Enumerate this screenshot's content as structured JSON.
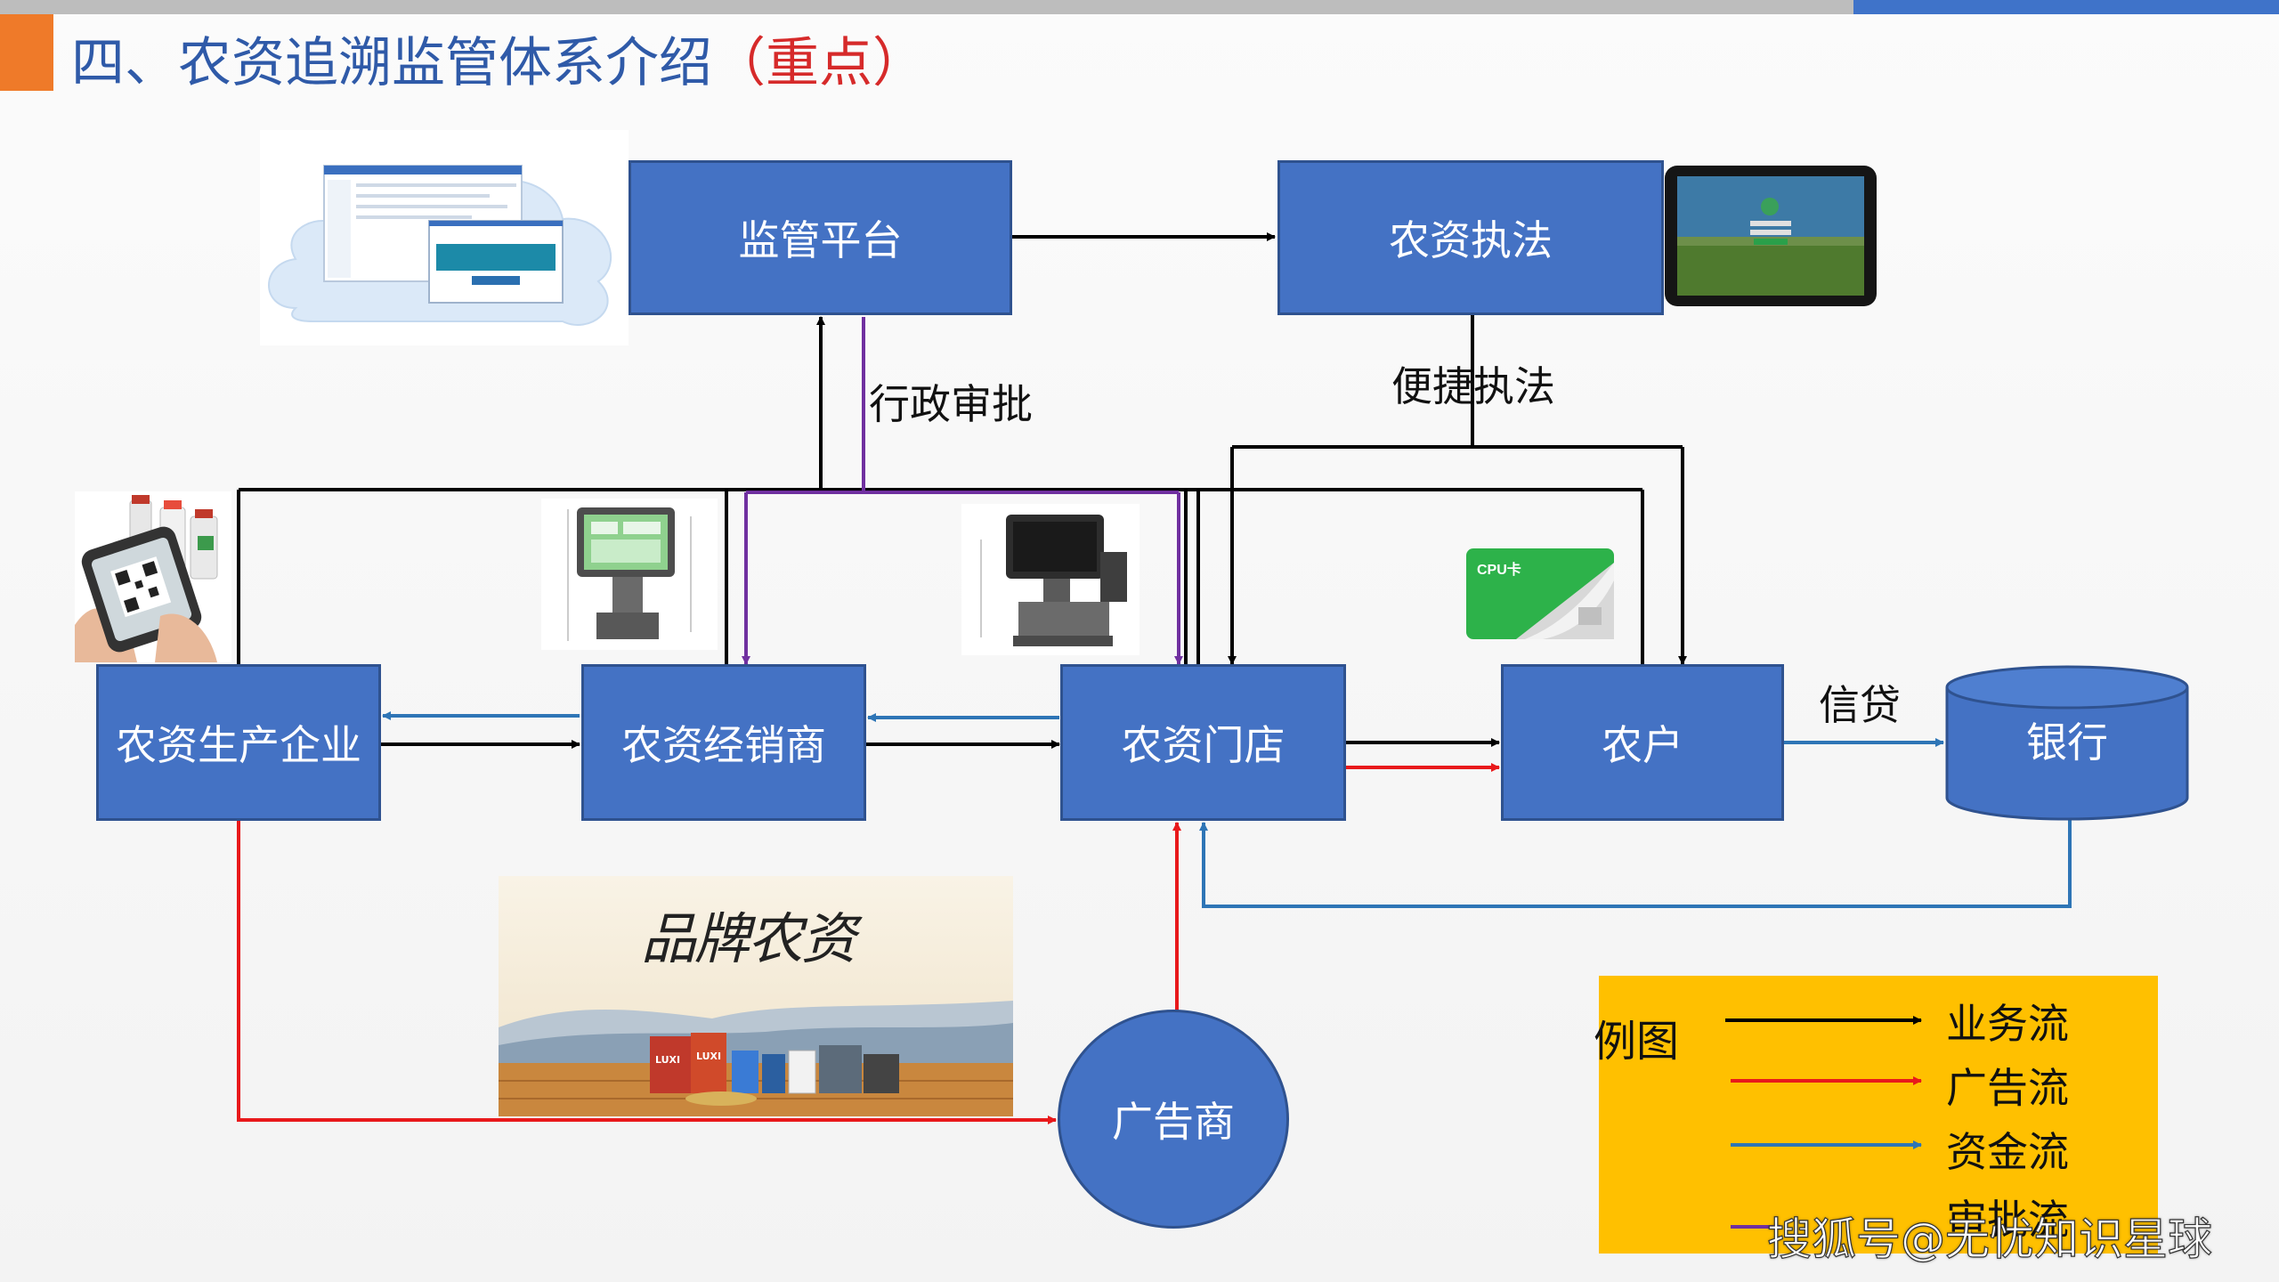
{
  "title": {
    "main": "四、农资追溯监管体系介绍",
    "emphasis": "（重点）"
  },
  "nodes": {
    "supervision_platform": "监管平台",
    "law_enforcement": "农资执法",
    "producer": "农资生产企业",
    "distributor": "农资经销商",
    "store": "农资门店",
    "farmer": "农户",
    "bank": "银行",
    "advertiser": "广告商"
  },
  "edge_labels": {
    "admin_approval": "行政审批",
    "convenient_enforcement": "便捷执法",
    "credit": "信贷"
  },
  "legend": {
    "title": "例图",
    "items": [
      {
        "label": "业务流",
        "color": "#000000"
      },
      {
        "label": "广告流",
        "color": "#e8191b"
      },
      {
        "label": "资金流",
        "color": "#2e75b6"
      },
      {
        "label": "审批流",
        "color": "#7030a0"
      }
    ]
  },
  "images": {
    "cpu_card_text": "CPU卡",
    "brand_banner_text": "品牌农资",
    "product_labels": [
      "LUXI",
      "LUXI"
    ]
  },
  "watermark": "搜狐号@无忧知识星球",
  "colors": {
    "box_fill": "#4472c4",
    "business": "#000000",
    "advertising": "#e8191b",
    "funds": "#2e75b6",
    "approval": "#7030a0",
    "legend_bg": "#ffc000"
  }
}
